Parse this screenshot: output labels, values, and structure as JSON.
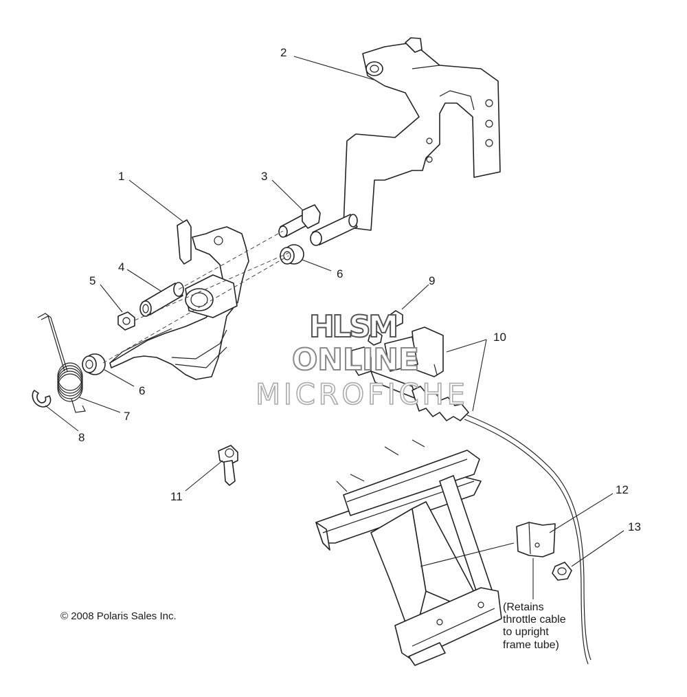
{
  "callouts": [
    {
      "id": "1",
      "text": "1"
    },
    {
      "id": "2",
      "text": "2"
    },
    {
      "id": "3",
      "text": "3"
    },
    {
      "id": "4",
      "text": "4"
    },
    {
      "id": "5",
      "text": "5"
    },
    {
      "id": "6a",
      "text": "6"
    },
    {
      "id": "6b",
      "text": "6"
    },
    {
      "id": "7",
      "text": "7"
    },
    {
      "id": "8",
      "text": "8"
    },
    {
      "id": "9",
      "text": "9"
    },
    {
      "id": "10",
      "text": "10"
    },
    {
      "id": "11",
      "text": "11"
    },
    {
      "id": "12",
      "text": "12"
    },
    {
      "id": "13",
      "text": "13"
    }
  ],
  "note": {
    "line1": "(Retains",
    "line2": "throttle cable",
    "line3": "to upright",
    "line4": "frame tube)"
  },
  "copyright": "© 2008 Polaris Sales Inc.",
  "watermark": {
    "line1": "HLSM",
    "line2": "ONLINE",
    "line3": "MICROFICHE"
  }
}
